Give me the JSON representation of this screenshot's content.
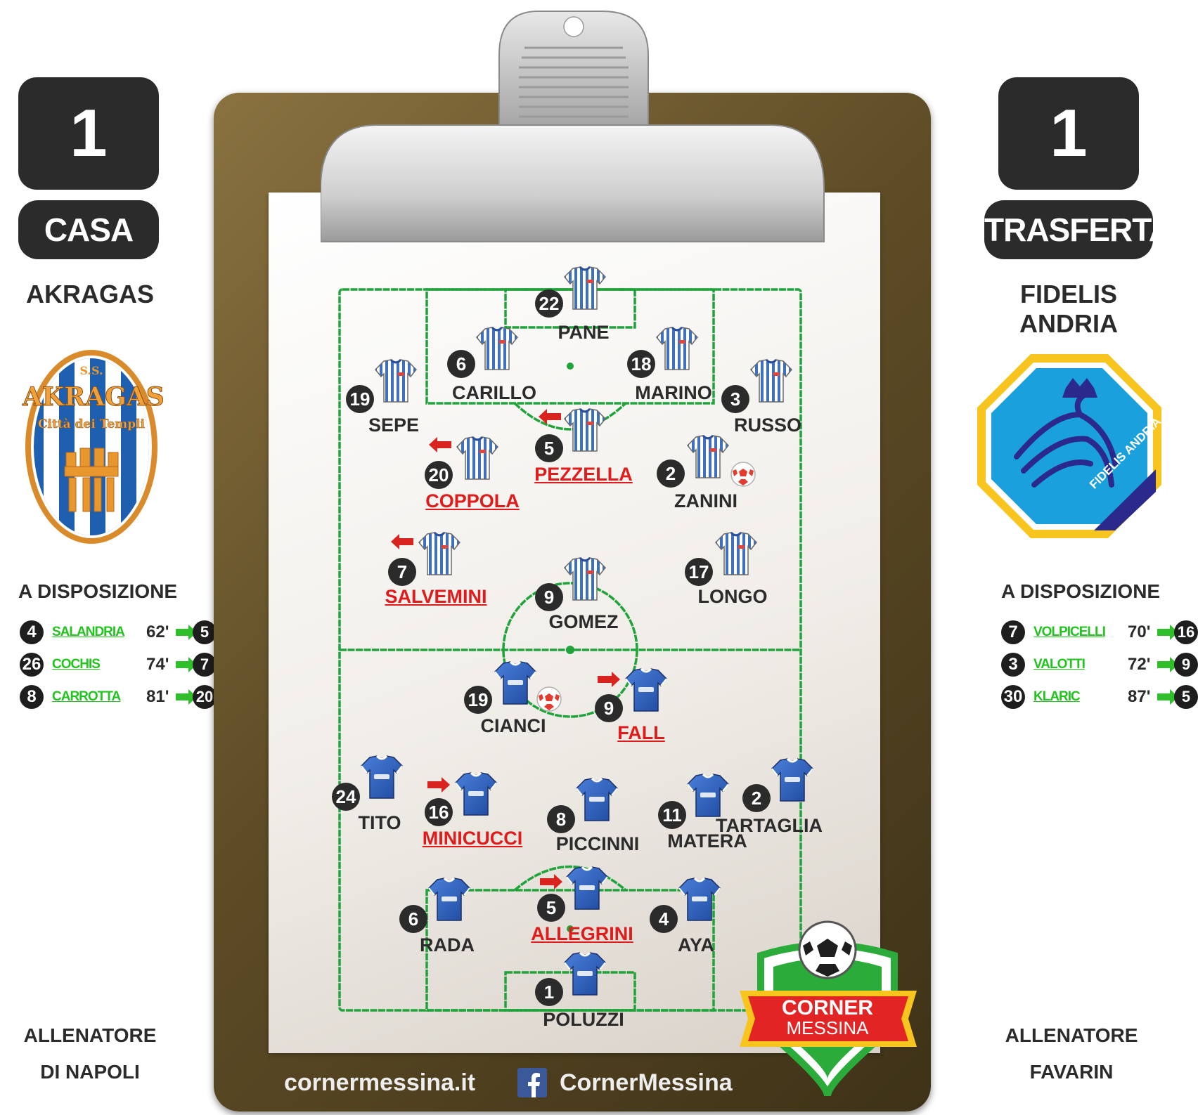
{
  "home": {
    "score": "1",
    "label": "CASA",
    "team": "AKRAGAS",
    "logo_text_top": "S.S.",
    "logo_text_main": "AKRAGAS",
    "logo_text_sub": "Città dei Templi",
    "bench_title": "A DISPOSIZIONE",
    "subs": [
      {
        "num": "4",
        "name": "SALANDRIA",
        "minute": "62'",
        "out": "5"
      },
      {
        "num": "26",
        "name": "COCHIS",
        "minute": "74'",
        "out": "7"
      },
      {
        "num": "8",
        "name": "CARROTTA",
        "minute": "81'",
        "out": "20"
      }
    ],
    "coach_title": "ALLENATORE",
    "coach": "DI NAPOLI"
  },
  "away": {
    "score": "1",
    "label": "TRASFERTA",
    "team": "FIDELIS ANDRIA",
    "logo_text": "FIDELIS ANDRIA",
    "bench_title": "A DISPOSIZIONE",
    "subs": [
      {
        "num": "7",
        "name": "VOLPICELLI",
        "minute": "70'",
        "out": "16"
      },
      {
        "num": "3",
        "name": "VALOTTI",
        "minute": "72'",
        "out": "9"
      },
      {
        "num": "30",
        "name": "KLARIC",
        "minute": "87'",
        "out": "5"
      }
    ],
    "coach_title": "ALLENATORE",
    "coach": "FAVARIN"
  },
  "colors": {
    "sub_green": "#22c41e",
    "substituted_red": "#e01b1b",
    "pitch_line": "#1fa33a",
    "dark_box": "#2b2b2b"
  },
  "home_players": [
    {
      "num": "22",
      "name": "PANE",
      "subbed": false
    },
    {
      "num": "6",
      "name": "CARILLO",
      "subbed": false
    },
    {
      "num": "18",
      "name": "MARINO",
      "subbed": false
    },
    {
      "num": "19",
      "name": "SEPE",
      "subbed": false
    },
    {
      "num": "3",
      "name": "RUSSO",
      "subbed": false
    },
    {
      "num": "5",
      "name": "PEZZELLA",
      "subbed": true
    },
    {
      "num": "20",
      "name": "COPPOLA",
      "subbed": true
    },
    {
      "num": "2",
      "name": "ZANINI",
      "subbed": false
    },
    {
      "num": "7",
      "name": "SALVEMINI",
      "subbed": true
    },
    {
      "num": "17",
      "name": "LONGO",
      "subbed": false
    },
    {
      "num": "9",
      "name": "GOMEZ",
      "subbed": false
    }
  ],
  "away_players": [
    {
      "num": "19",
      "name": "CIANCI",
      "subbed": false
    },
    {
      "num": "9",
      "name": "FALL",
      "subbed": true
    },
    {
      "num": "24",
      "name": "TITO",
      "subbed": false
    },
    {
      "num": "16",
      "name": "MINICUCCI",
      "subbed": true
    },
    {
      "num": "8",
      "name": "PICCINNI",
      "subbed": false
    },
    {
      "num": "11",
      "name": "MATERA",
      "subbed": false
    },
    {
      "num": "2",
      "name": "TARTAGLIA",
      "subbed": false
    },
    {
      "num": "6",
      "name": "RADA",
      "subbed": false
    },
    {
      "num": "5",
      "name": "ALLEGRINI",
      "subbed": true
    },
    {
      "num": "4",
      "name": "AYA",
      "subbed": false
    },
    {
      "num": "1",
      "name": "POLUZZI",
      "subbed": false
    }
  ],
  "brand": {
    "logo_line1": "CORNER",
    "logo_line2": "MESSINA",
    "website": "cornermessina.it",
    "facebook": "CornerMessina"
  },
  "icons": {
    "scorer": "soccer-ball-icon",
    "substitution_out": "red-arrow-icon",
    "substitution_in": "green-arrow-icon",
    "social": "facebook-icon"
  }
}
